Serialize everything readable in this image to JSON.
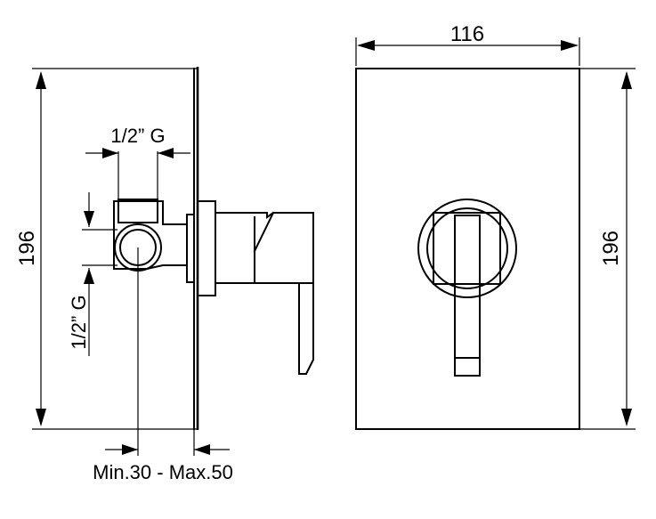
{
  "drawing": {
    "dimensions": {
      "front_width": "116",
      "front_height": "196",
      "side_height": "196",
      "inlet_top_thread": "1/2” G",
      "inlet_side_thread": "1/2” G",
      "wall_depth": "Min.30 - Max.50"
    },
    "colors": {
      "stroke": "#000000",
      "background": "#ffffff"
    }
  }
}
